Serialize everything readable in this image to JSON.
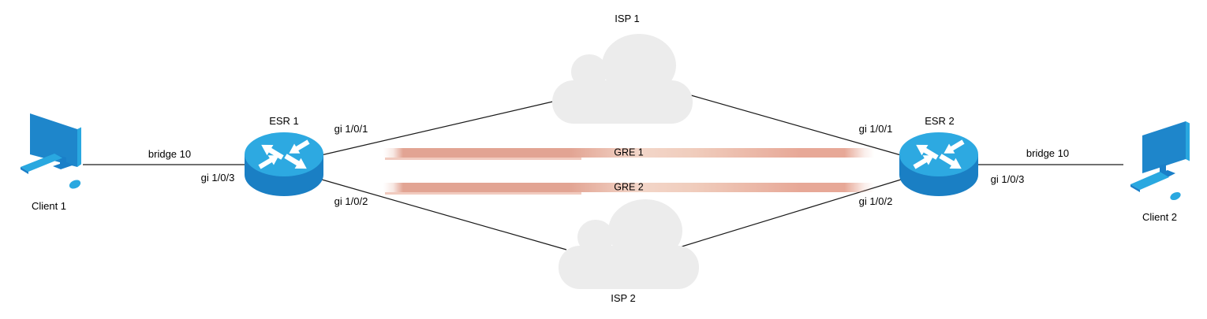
{
  "nodes": {
    "client1": {
      "label": "Client 1",
      "type": "desktop-computer"
    },
    "esr1": {
      "label": "ESR 1",
      "type": "router"
    },
    "isp1": {
      "label": "ISP 1",
      "type": "cloud"
    },
    "isp2": {
      "label": "ISP 2",
      "type": "cloud"
    },
    "esr2": {
      "label": "ESR 2",
      "type": "router"
    },
    "client2": {
      "label": "Client 2",
      "type": "desktop-computer"
    }
  },
  "interfaces": {
    "esr1_gi101": "gi 1/0/1",
    "esr1_gi102": "gi 1/0/2",
    "esr1_gi103": "gi 1/0/3",
    "esr2_gi101": "gi 1/0/1",
    "esr2_gi102": "gi 1/0/2",
    "esr2_gi103": "gi 1/0/3"
  },
  "links": {
    "client1_esr1": {
      "label": "bridge 10"
    },
    "esr2_client2": {
      "label": "bridge 10"
    }
  },
  "tunnels": {
    "gre1": {
      "label": "GRE 1"
    },
    "gre2": {
      "label": "GRE 2"
    }
  },
  "colors": {
    "canvas_bg": "#ffffff",
    "line": "#1a1a1a",
    "label_color": "#000000",
    "cloud_fill": "#ececec",
    "router_top": "#2da9e1",
    "router_body": "#1a7fc4",
    "device_accent": "#29a8e0",
    "device_dark": "#1a7fc8",
    "device_screen": "#1e86cb",
    "tunnel_dark": "#e2a493",
    "tunnel_light": "#f3d6c9"
  }
}
